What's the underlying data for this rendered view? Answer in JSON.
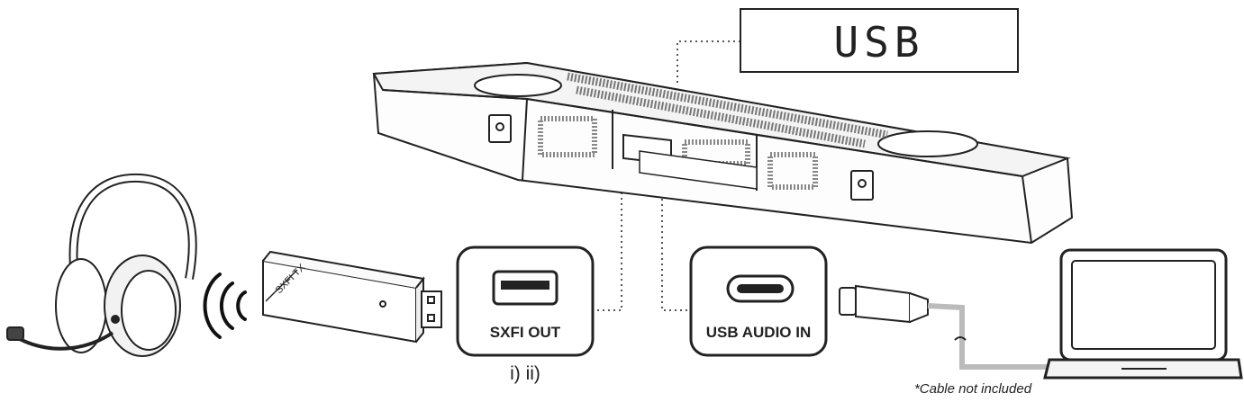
{
  "display": {
    "text": "USB"
  },
  "ports": {
    "sxfi_out": {
      "label": "SXFI OUT",
      "note": "i) ii)"
    },
    "usb_audio_in": {
      "label": "USB AUDIO IN"
    }
  },
  "transmitter": {
    "label": "SXFI TX"
  },
  "cable": {
    "note": "*Cable not included"
  },
  "icons": [
    "headset-icon",
    "wireless-signal-icon",
    "usb-dongle-icon",
    "soundbar-icon",
    "lcd-display",
    "usb-a-port-icon",
    "usb-c-port-icon",
    "usb-c-cable-icon",
    "laptop-icon"
  ]
}
